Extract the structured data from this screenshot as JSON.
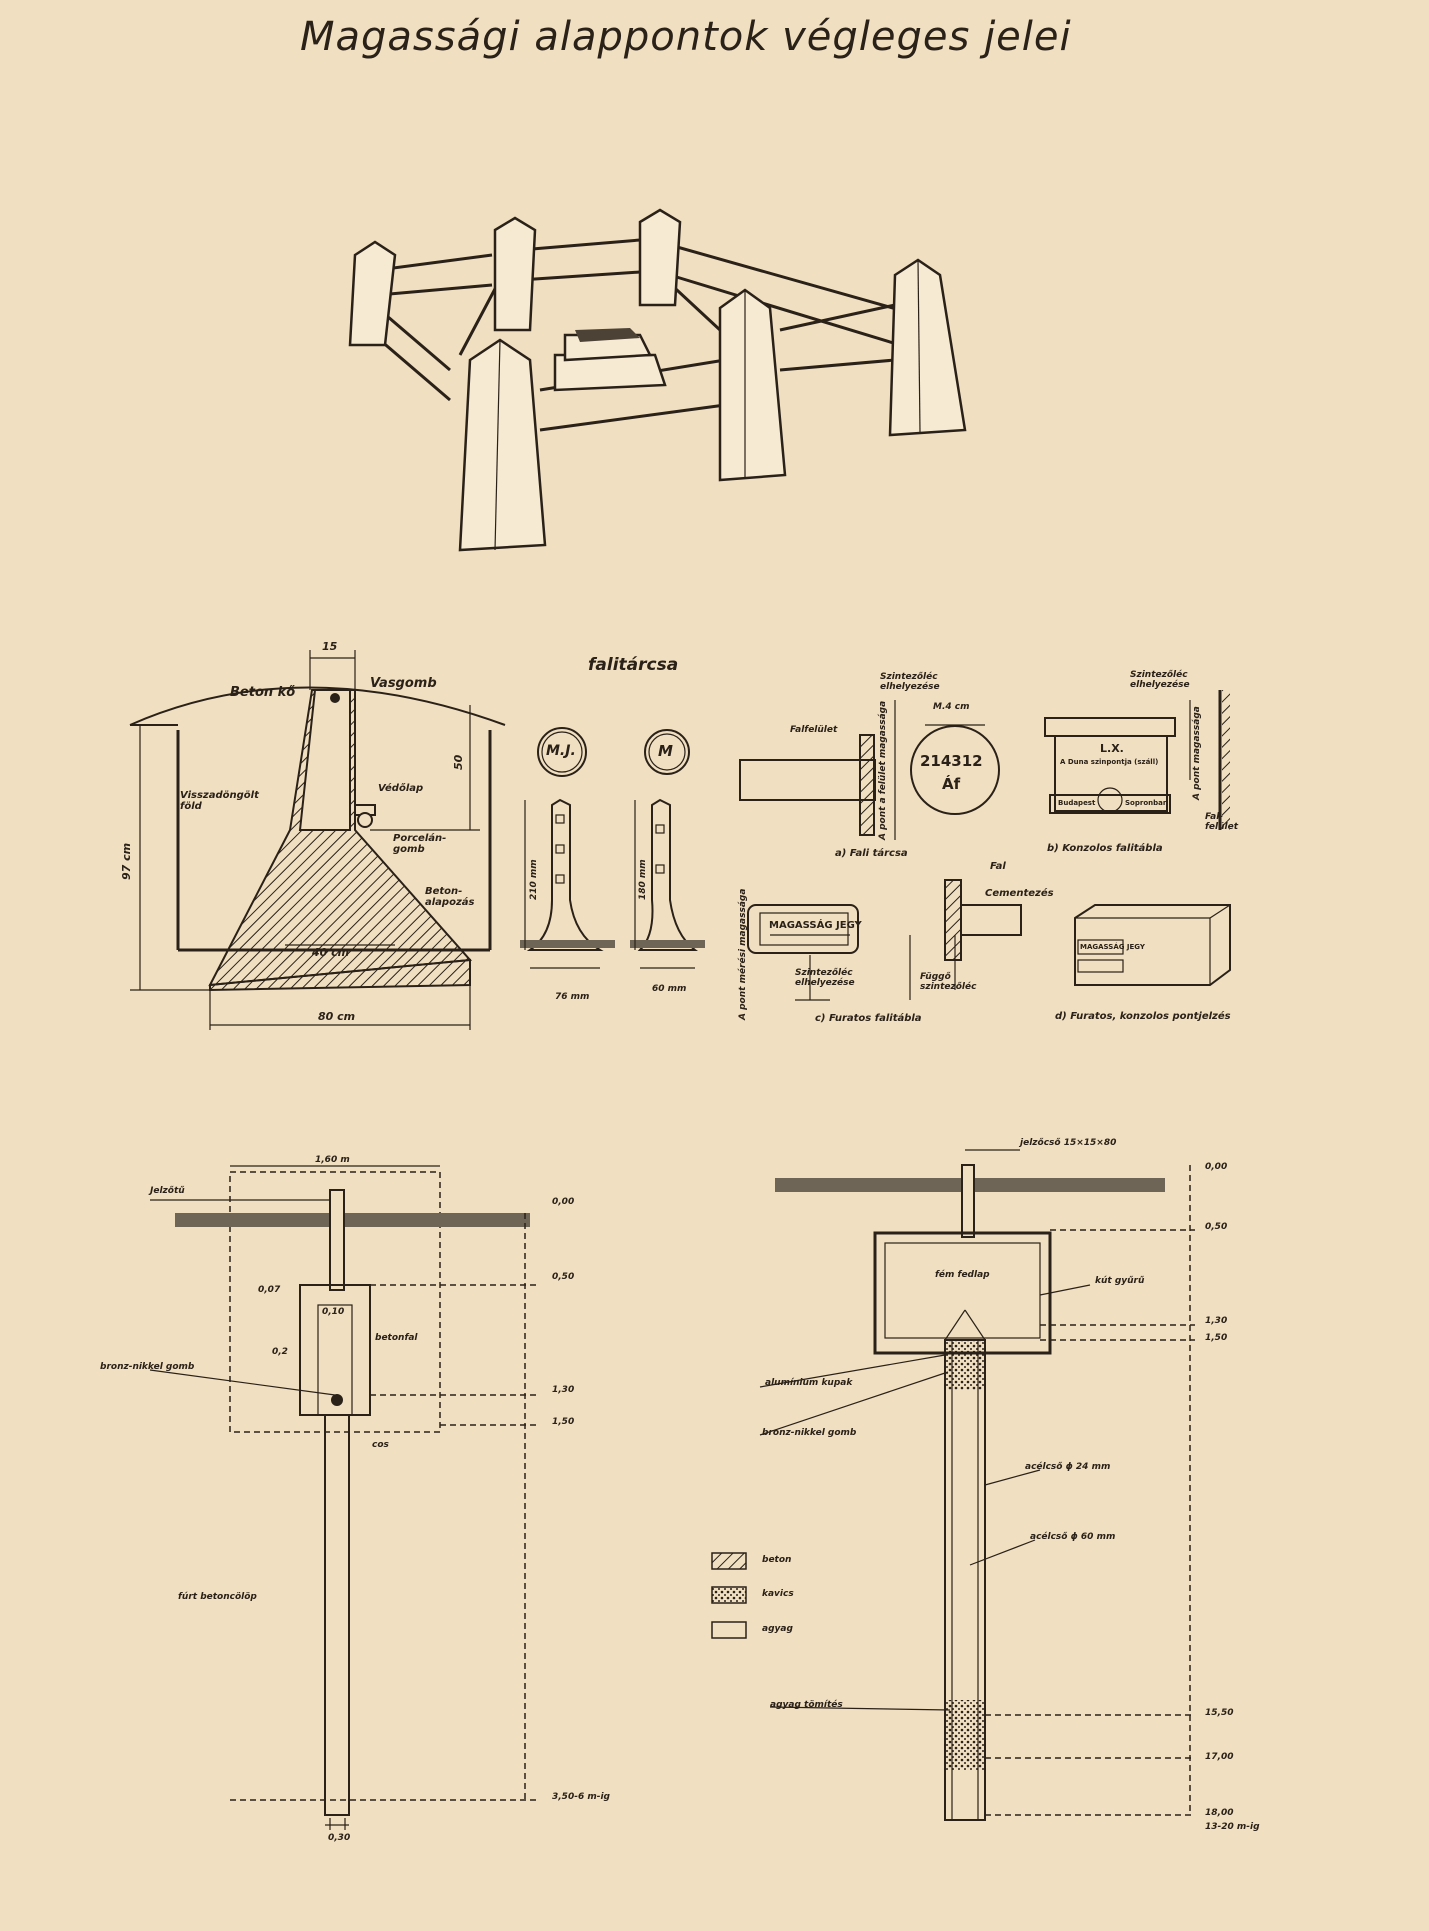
{
  "title": "Magassági alappontok végleges jelei",
  "section_monument": {
    "dims": {
      "top": "15",
      "height": "97 cm",
      "upper": "50",
      "middle": "40 cm",
      "base": "80 cm"
    },
    "labels": {
      "beton_ko": "Beton kő",
      "vasgomb": "Vasgomb",
      "visszadongolt": "Visszadöngölt föld",
      "vedolap": "Védőlap",
      "porcelan": "Porcelán-gomb",
      "beton_alapozas": "Beton-alapozás"
    }
  },
  "falitarcsa": {
    "title": "falitárcsa",
    "disc1": "M.J.",
    "disc2": "M",
    "dim1": "210 mm",
    "dim2": "180 mm",
    "dim3": "76 mm",
    "dim4": "60 mm"
  },
  "wall_marks": {
    "a_label": "a) Fali tárcsa",
    "a_fal": "Falfelület",
    "a_szint": "Szintezőléc elhelyezése",
    "a_m": "M.4 cm",
    "a_number": "214312",
    "a_code": "Áf",
    "a_pont": "A pont a felület magassága",
    "b_label": "b) Konzolos falitábla",
    "b_szint": "Szintezőléc elhelyezése",
    "b_lx": "L.X.",
    "b_duna": "A Duna szinpontja (száll)",
    "b_left": "Budapest",
    "b_right": "Sopronban",
    "b_pont": "A pont magassága",
    "b_fel": "Fal-felület",
    "c_label": "c) Furatos falitábla",
    "c_plate": "MAGASSÁG JEGY",
    "c_szint": "Szintezőléc elhelyezése",
    "c_pont": "A pont mérési magassága",
    "d_fal": "Fal",
    "d_cement": "Cementezés",
    "d_fuggo": "Függő szintezőléc",
    "d_label": "d) Furatos, konzolos pontjelzés",
    "d_box": "MAGASSÁG JEGY"
  },
  "pipe_left": {
    "width_top": "1,60 m",
    "jelzo": "Jelzőtű",
    "levels": [
      "0,00",
      "0,50",
      "1,30",
      "1,50",
      "3,50-6 m-ig"
    ],
    "inner_07": "0,07",
    "inner_010": "0,10",
    "inner_02": "0,2",
    "betonfal": "betonfal",
    "bronz": "bronz-nikkel gomb",
    "cos": "cos",
    "furt": "fúrt betoncölöp",
    "bottom": "0,30"
  },
  "pipe_right": {
    "jelzo": "jelzőcső 15×15×80",
    "levels": [
      "0,00",
      "0,50",
      "1,30",
      "1,50",
      "15,50",
      "17,00",
      "18,00",
      "13-20 m-ig"
    ],
    "fem": "fém fedlap",
    "kut": "kút gyűrű",
    "alu": "alumínium kupak",
    "bronz": "bronz-nikkel gomb",
    "acelcso1": "acélcső ϕ 24 mm",
    "acelcso2": "acélcső ϕ 60 mm",
    "agyag": "agyag tömítés"
  },
  "legend": [
    {
      "name": "beton",
      "pattern": "hatched"
    },
    {
      "name": "kavics",
      "pattern": "dotted"
    },
    {
      "name": "agyag",
      "pattern": "empty"
    }
  ]
}
